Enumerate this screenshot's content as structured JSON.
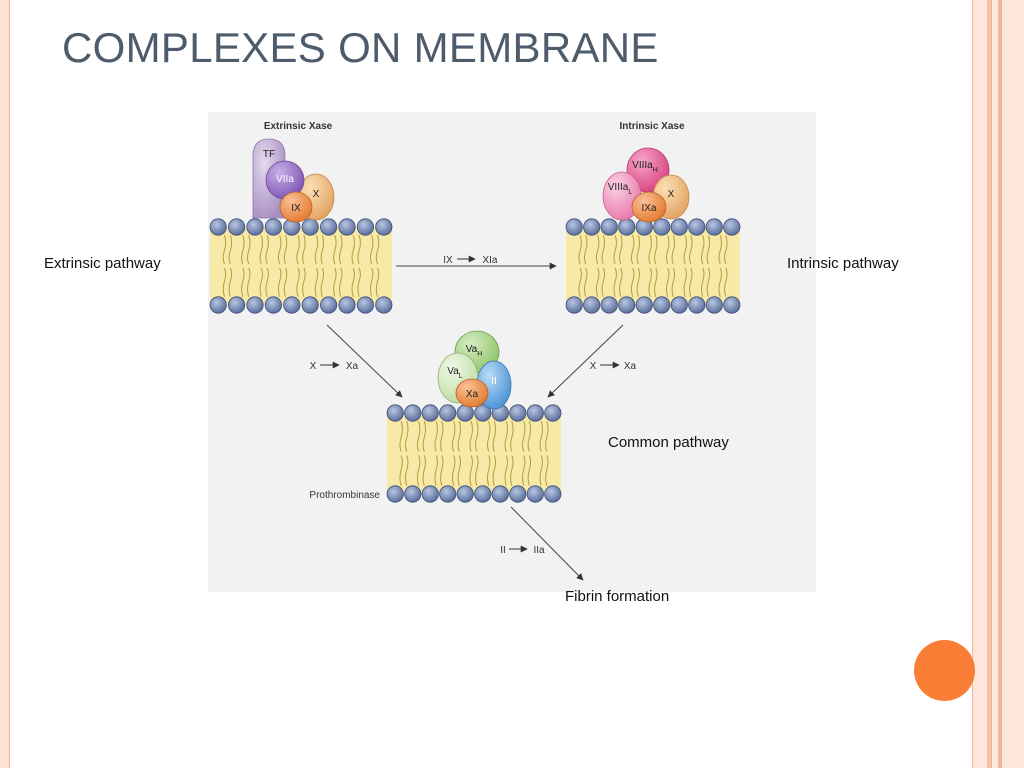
{
  "slide": {
    "title": "COMPLEXES ON MEMBRANE",
    "accent_color": "#f97d35"
  },
  "labels": {
    "extrinsic_pathway": "Extrinsic pathway",
    "intrinsic_pathway": "Intrinsic pathway",
    "common_pathway": "Common pathway",
    "fibrin_formation": "Fibrin formation"
  },
  "figure": {
    "extrinsic_xase": {
      "heading": "Extrinsic Xase",
      "factors": {
        "tf": "TF",
        "viia": "VIIa",
        "x": "X",
        "ix": "IX"
      }
    },
    "intrinsic_xase": {
      "heading": "Intrinsic Xase",
      "factors": {
        "viiia_h": "VIIIa",
        "viiia_h_sub": "H",
        "viiia_l": "VIIIa",
        "viiia_l_sub": "L",
        "x": "X",
        "ixa": "IXa"
      }
    },
    "prothrombinase": {
      "heading": "Prothrombinase",
      "factors": {
        "va_h": "Va",
        "va_h_sub": "H",
        "va_l": "Va",
        "va_l_sub": "L",
        "ii": "II",
        "xa": "Xa"
      }
    },
    "reactions": {
      "ix_to_xia": {
        "from": "IX",
        "to": "XIa"
      },
      "x_to_xa_left": {
        "from": "X",
        "to": "Xa"
      },
      "x_to_xa_right": {
        "from": "X",
        "to": "Xa"
      },
      "ii_to_iia": {
        "from": "II",
        "to": "IIa"
      }
    }
  }
}
